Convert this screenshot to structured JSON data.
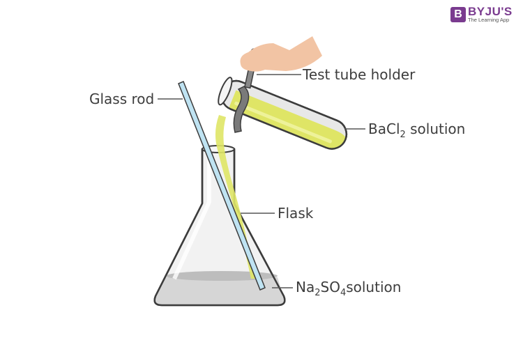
{
  "logo": {
    "mark": "B",
    "name": "BYJU'S",
    "tagline": "The Learning App",
    "color": "#7a3b8f"
  },
  "labels": {
    "test_tube_holder": "Test tube holder",
    "glass_rod": "Glass rod",
    "bacl2": {
      "prefix": "BaCl",
      "sub": "2",
      "suffix": " solution"
    },
    "flask": "Flask",
    "na2so4": {
      "prefix": "Na",
      "sub1": "2",
      "mid": "SO",
      "sub2": "4",
      "suffix": "solution"
    }
  },
  "colors": {
    "solution_yellow": "#dfe566",
    "glass_rod_blue": "#bfe3f2",
    "flask_liquid_grey": "#cfcfcf",
    "outline": "#3c3c3c",
    "hand": "#f2c4a4",
    "holder": "#7a7a7a",
    "label_text": "#3d3d3d"
  }
}
